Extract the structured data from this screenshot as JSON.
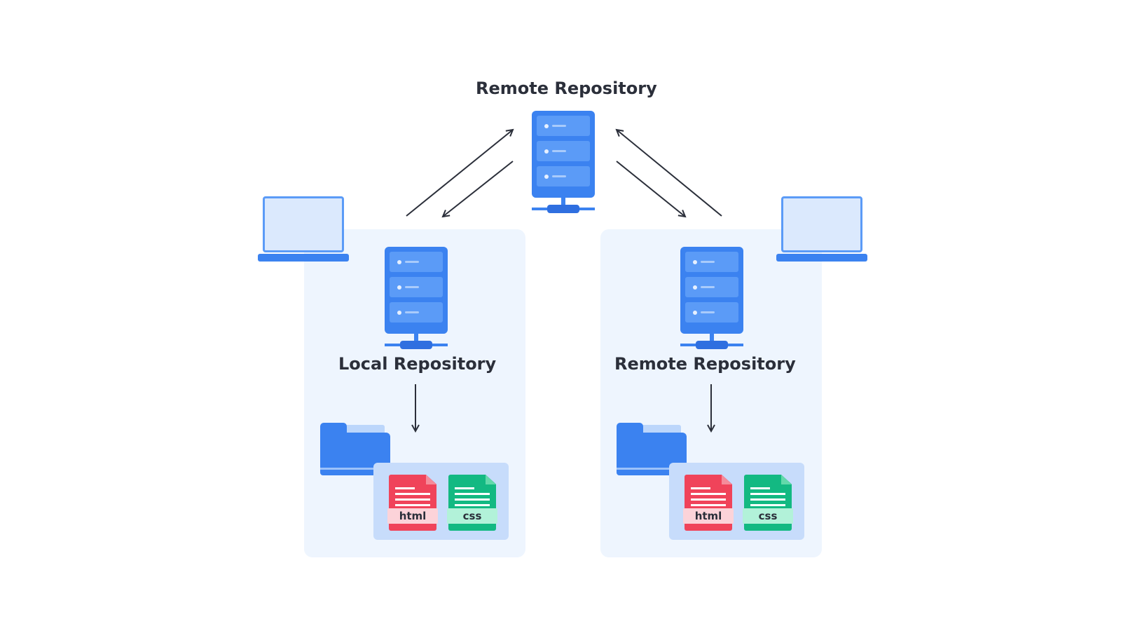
{
  "diagram": {
    "top": {
      "label": "Remote Repository",
      "icon": "server-icon"
    },
    "left": {
      "label": "Local Repository",
      "server_icon": "server-icon",
      "device_icon": "laptop-icon",
      "folder_icon": "folder-icon",
      "files": [
        {
          "label": "html",
          "color": "#f0435a",
          "tag_color": "#fcd3d9"
        },
        {
          "label": "css",
          "color": "#13b982",
          "tag_color": "#b2f2d9"
        }
      ]
    },
    "right": {
      "label": "Remote Repository",
      "server_icon": "server-icon",
      "device_icon": "laptop-icon",
      "folder_icon": "folder-icon",
      "files": [
        {
          "label": "html",
          "color": "#f0435a",
          "tag_color": "#fcd3d9"
        },
        {
          "label": "css",
          "color": "#13b982",
          "tag_color": "#b2f2d9"
        }
      ]
    },
    "connections": [
      {
        "from": "left",
        "to": "top",
        "direction": "push"
      },
      {
        "from": "top",
        "to": "left",
        "direction": "pull"
      },
      {
        "from": "right",
        "to": "top",
        "direction": "push"
      },
      {
        "from": "top",
        "to": "right",
        "direction": "pull"
      },
      {
        "from": "left-repository",
        "to": "left-working-files",
        "direction": "checkout"
      },
      {
        "from": "right-repository",
        "to": "right-working-files",
        "direction": "checkout"
      }
    ],
    "colors": {
      "primary": "#3b82f0",
      "panel": "#eef5fe",
      "text": "#2b2f3a"
    }
  }
}
